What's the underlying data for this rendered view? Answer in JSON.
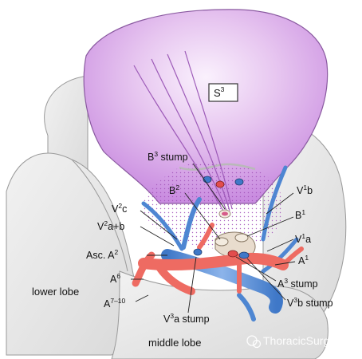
{
  "segment_box": {
    "base": "S",
    "sup": "3"
  },
  "labels": {
    "b3_stump": {
      "pre": "B",
      "sup": "3",
      "post": " stump"
    },
    "b2": {
      "pre": "B",
      "sup": "2",
      "post": ""
    },
    "v1b": {
      "pre": "V",
      "sup": "1",
      "post": "b"
    },
    "b1": {
      "pre": "B",
      "sup": "1",
      "post": ""
    },
    "v2c": {
      "pre": "V",
      "sup": "2",
      "post": "c"
    },
    "v2ab": {
      "pre": "V",
      "sup": "2",
      "post": "a+b"
    },
    "v1a": {
      "pre": "V",
      "sup": "1",
      "post": "a"
    },
    "asc_a2": {
      "pre": "Asc. A",
      "sup": "2",
      "post": ""
    },
    "a1": {
      "pre": "A",
      "sup": "1",
      "post": ""
    },
    "a6": {
      "pre": "A",
      "sup": "6",
      "post": ""
    },
    "a3_stump": {
      "pre": "A",
      "sup": "3",
      "post": " stump"
    },
    "v3b_stump": {
      "pre": "V",
      "sup": "3",
      "post": "b stump"
    },
    "a7_10": {
      "pre": "A",
      "sup": "7–10",
      "post": ""
    },
    "v3a_stump": {
      "pre": "V",
      "sup": "3",
      "post": "a stump"
    }
  },
  "lobes": {
    "lower": "lower lobe",
    "middle": "middle lobe"
  },
  "watermark": "ThoracicSurgery",
  "colors": {
    "segment_purple": "#c98ce0",
    "lung_gray": "#e4e4e4",
    "artery_red": "#ee6b62",
    "vein_blue": "#5b8fd6",
    "bronchus_beige": "#e8dccd"
  }
}
